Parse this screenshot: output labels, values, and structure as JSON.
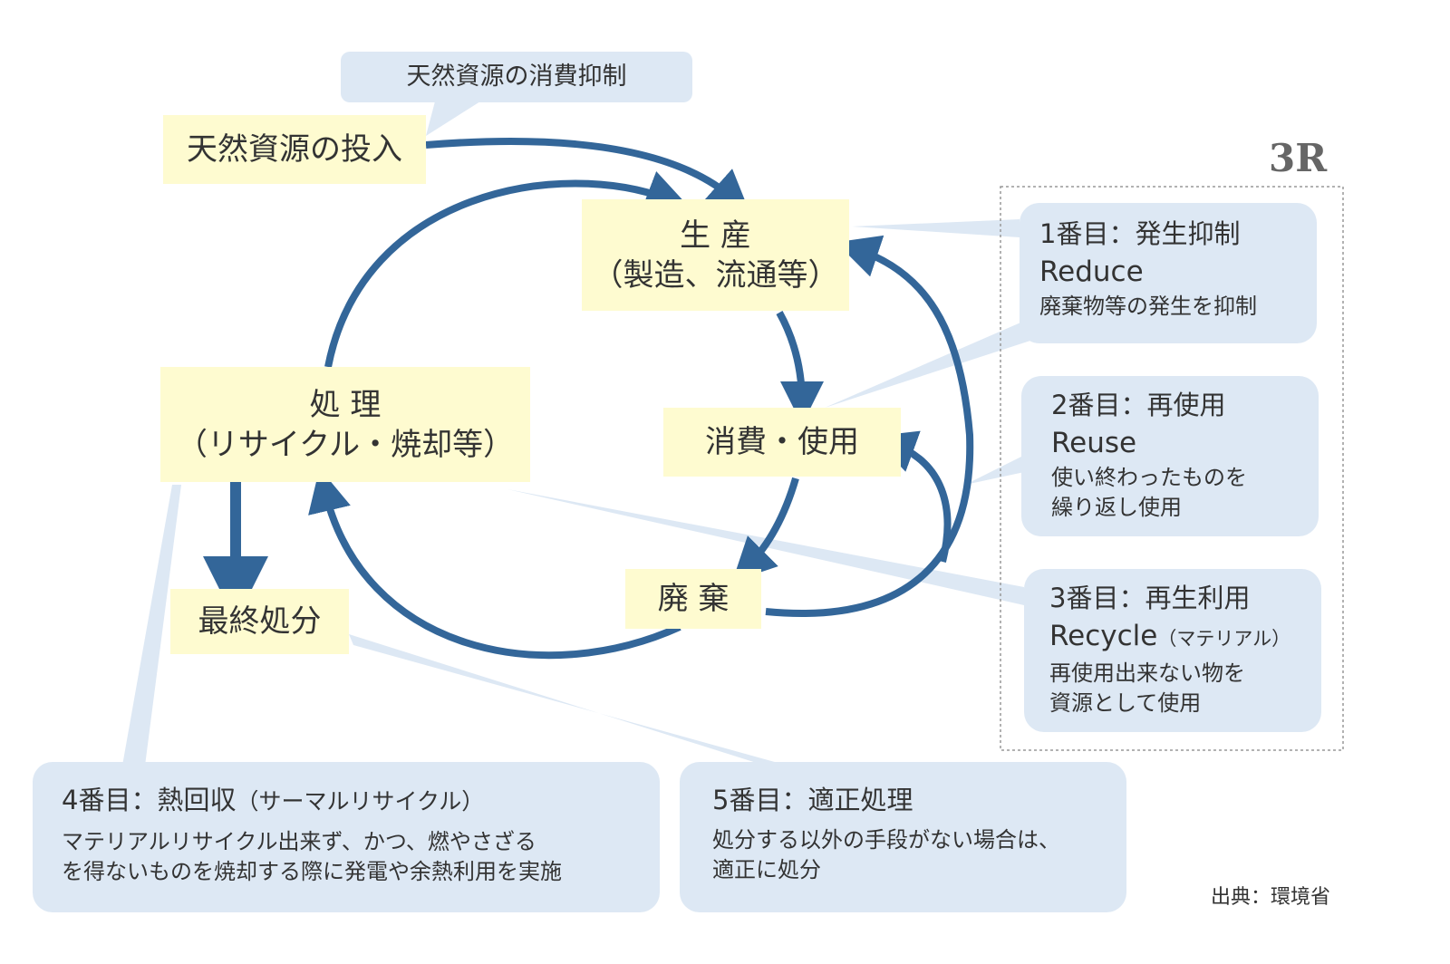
{
  "callout": {
    "text": "天然資源の消費抑制"
  },
  "nodes": {
    "input": "天然資源の投入",
    "production_1": "生 産",
    "production_2": "（製造、流通等）",
    "consumption": "消費・使用",
    "disposal": "廃 棄",
    "treatment_1": "処 理",
    "treatment_2": "（リサイクル・焼却等）",
    "final": "最終処分"
  },
  "three_r": {
    "label": "3R",
    "reduce": {
      "title": "1番目：発生抑制",
      "en": "Reduce",
      "desc": "廃棄物等の発生を抑制"
    },
    "reuse": {
      "title": "2番目：再使用",
      "en": "Reuse",
      "desc_1": "使い終わったものを",
      "desc_2": "繰り返し使用"
    },
    "recycle": {
      "title": "3番目：再生利用",
      "en": "Recycle",
      "en_note": "（マテリアル）",
      "desc_1": "再使用出来ない物を",
      "desc_2": "資源として使用"
    }
  },
  "bottom": {
    "heat": {
      "title": "4番目：熱回収",
      "title_note": "（サーマルリサイクル）",
      "desc_1": "マテリアルリサイクル出来ず、かつ、燃やさざる",
      "desc_2": "を得ないものを焼却する際に発電や余熱利用を実施"
    },
    "proper": {
      "title": "5番目：適正処理",
      "desc_1": "処分する以外の手段がない場合は、",
      "desc_2": "適正に処分"
    }
  },
  "source": "出典：環境省",
  "colors": {
    "arrow": "#336699",
    "yellow": "#fefbd0",
    "blue_box": "#dde8f4",
    "connector": "#dde8f4"
  }
}
